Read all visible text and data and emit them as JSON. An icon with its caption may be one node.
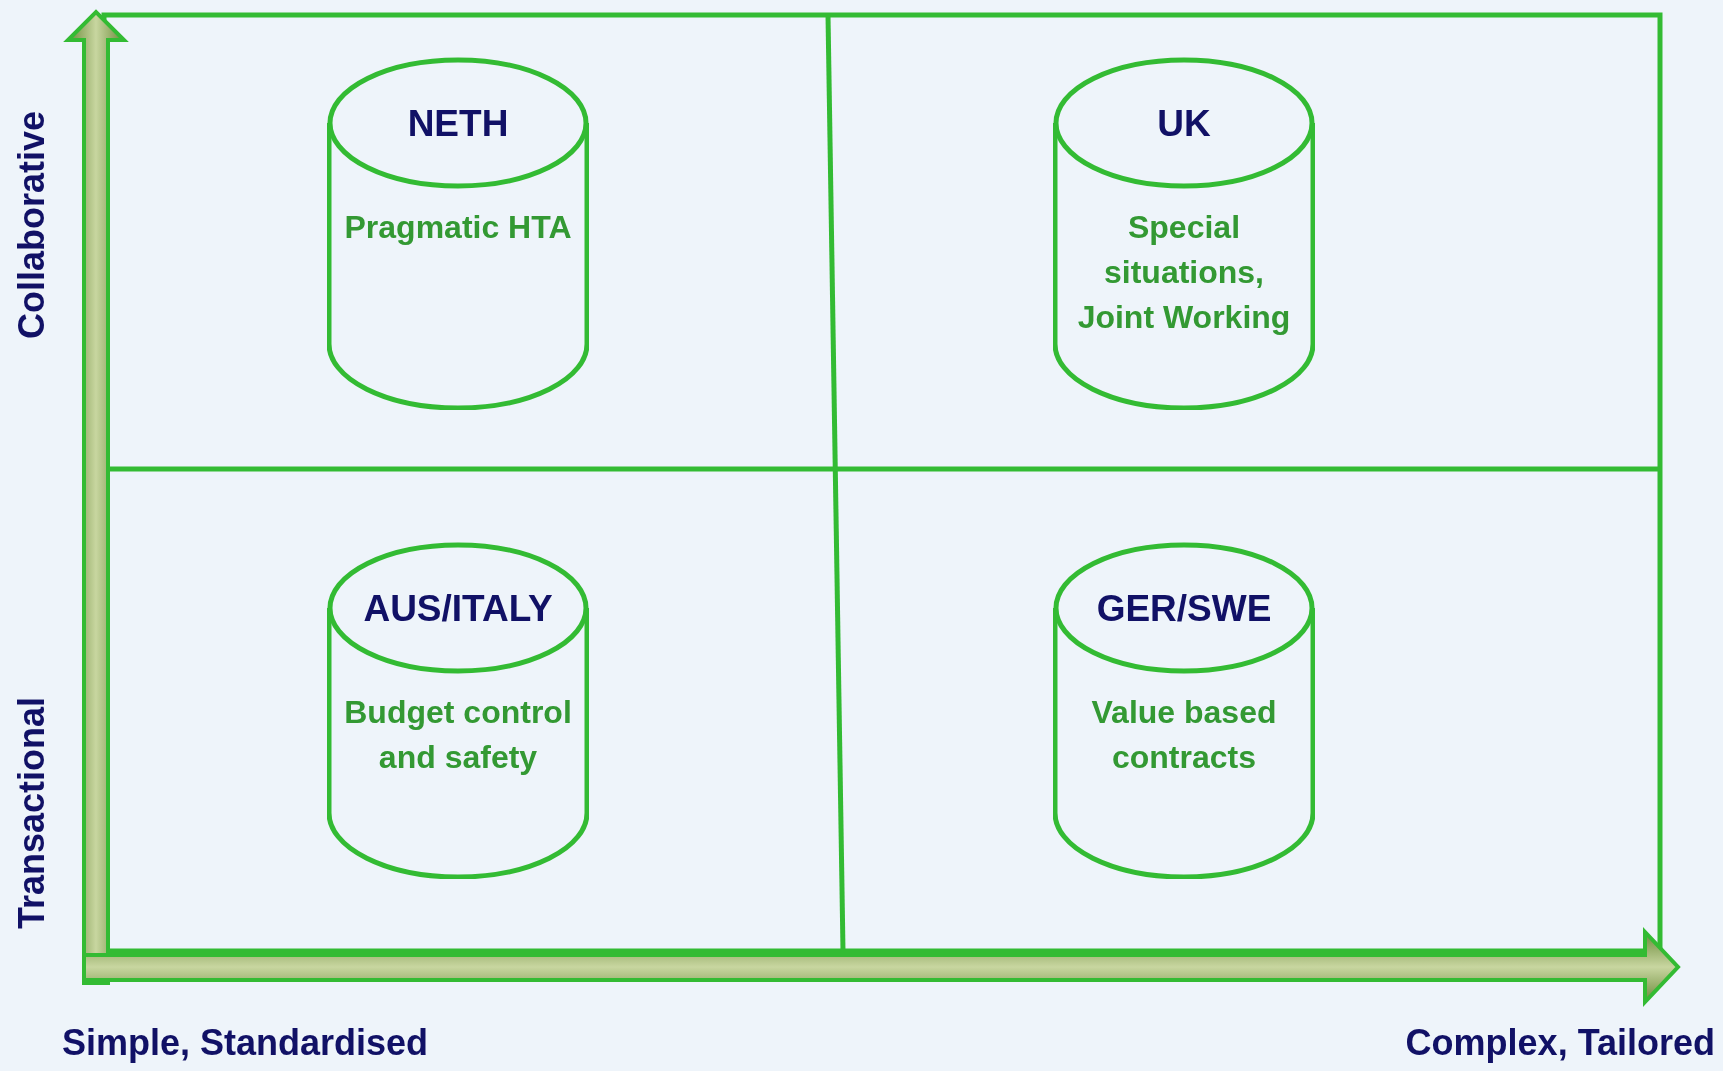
{
  "diagram": {
    "nodes": [
      {
        "text": [
          "NETH",
          "Pragmatic HTA"
        ]
      },
      {
        "text": [
          "UK",
          "Special situations, Joint Working"
        ]
      },
      {
        "text": [
          "AUS/ITALY",
          "Budget control and safety"
        ]
      },
      {
        "text": [
          "GER/SWE",
          "Value based contracts"
        ]
      }
    ],
    "labels": [
      "Collaborative",
      "Transactional",
      "Simple, Standardised",
      "Complex, Tailored"
    ]
  }
}
